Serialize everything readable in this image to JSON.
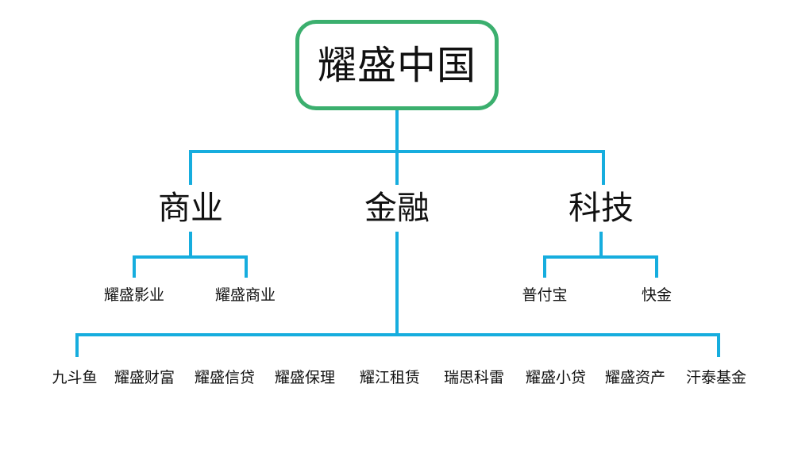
{
  "chart_data": {
    "type": "diagram",
    "diagram_type": "organizational-tree",
    "title": "耀盛中国",
    "orientation": "top-down",
    "colors": {
      "root_border": "#3BAF6E",
      "connector": "#16ADDE",
      "text": "#111111",
      "background": "#FFFFFF"
    },
    "nodes": [
      {
        "id": "root",
        "label": "耀盛中国",
        "level": 0,
        "parent": null
      },
      {
        "id": "commerce",
        "label": "商业",
        "level": 1,
        "parent": "root"
      },
      {
        "id": "finance",
        "label": "金融",
        "level": 1,
        "parent": "root"
      },
      {
        "id": "technology",
        "label": "科技",
        "level": 1,
        "parent": "root"
      },
      {
        "id": "c1",
        "label": "耀盛影业",
        "level": 2,
        "parent": "commerce"
      },
      {
        "id": "c2",
        "label": "耀盛商业",
        "level": 2,
        "parent": "commerce"
      },
      {
        "id": "t1",
        "label": "普付宝",
        "level": 2,
        "parent": "technology"
      },
      {
        "id": "t2",
        "label": "快金",
        "level": 2,
        "parent": "technology"
      },
      {
        "id": "f1",
        "label": "九斗鱼",
        "level": 2,
        "parent": "finance"
      },
      {
        "id": "f2",
        "label": "耀盛财富",
        "level": 2,
        "parent": "finance"
      },
      {
        "id": "f3",
        "label": "耀盛信贷",
        "level": 2,
        "parent": "finance"
      },
      {
        "id": "f4",
        "label": "耀盛保理",
        "level": 2,
        "parent": "finance"
      },
      {
        "id": "f5",
        "label": "耀江租赁",
        "level": 2,
        "parent": "finance"
      },
      {
        "id": "f6",
        "label": "瑞思科雷",
        "level": 2,
        "parent": "finance"
      },
      {
        "id": "f7",
        "label": "耀盛小贷",
        "level": 2,
        "parent": "finance"
      },
      {
        "id": "f8",
        "label": "耀盛资产",
        "level": 2,
        "parent": "finance"
      },
      {
        "id": "f9",
        "label": "汗泰基金",
        "level": 2,
        "parent": "finance"
      }
    ]
  },
  "root": {
    "label": "耀盛中国"
  },
  "divisions": [
    {
      "label": "商业"
    },
    {
      "label": "金融"
    },
    {
      "label": "科技"
    }
  ],
  "commerce_children": [
    {
      "label": "耀盛影业"
    },
    {
      "label": "耀盛商业"
    }
  ],
  "technology_children": [
    {
      "label": "普付宝"
    },
    {
      "label": "快金"
    }
  ],
  "finance_children": [
    {
      "label": "九斗鱼"
    },
    {
      "label": "耀盛财富"
    },
    {
      "label": "耀盛信贷"
    },
    {
      "label": "耀盛保理"
    },
    {
      "label": "耀江租赁"
    },
    {
      "label": "瑞思科雷"
    },
    {
      "label": "耀盛小贷"
    },
    {
      "label": "耀盛资产"
    },
    {
      "label": "汗泰基金"
    }
  ]
}
